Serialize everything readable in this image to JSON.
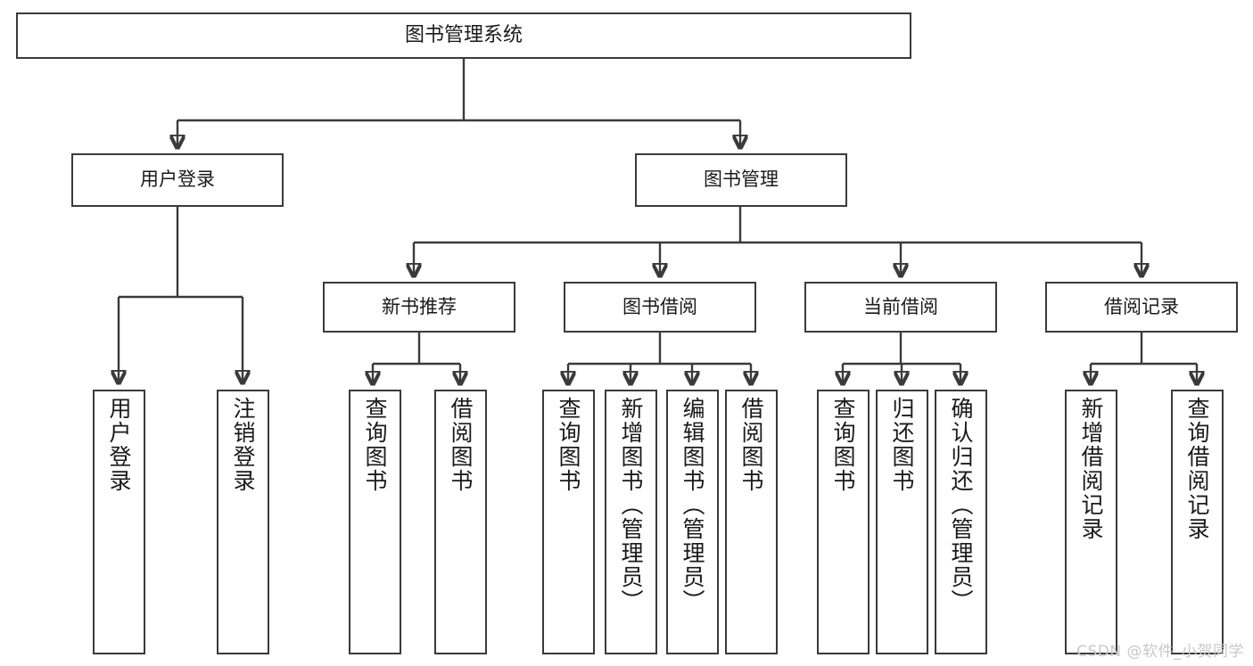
{
  "diagram": {
    "type": "tree-hierarchy-chart",
    "title": "图书管理系统",
    "watermark": "CSDN @软件_小贺同学",
    "colors": {
      "box_border": "#3a3a3a",
      "box_fill": "#ffffff",
      "connector": "#3a3a3a",
      "text": "#1a1a1a",
      "watermark": "#c9c9c9",
      "background": "#ffffff"
    },
    "root": {
      "label": "图书管理系统"
    },
    "level2": [
      {
        "label": "用户登录"
      },
      {
        "label": "图书管理"
      }
    ],
    "level3": [
      {
        "label": "新书推荐"
      },
      {
        "label": "图书借阅"
      },
      {
        "label": "当前借阅"
      },
      {
        "label": "借阅记录"
      }
    ],
    "leaves": {
      "user_login": [
        {
          "label": "用户登录"
        },
        {
          "label": "注销登录"
        }
      ],
      "new_book_recommend": [
        {
          "label": "查询图书"
        },
        {
          "label": "借阅图书"
        }
      ],
      "book_borrow": [
        {
          "label": "查询图书"
        },
        {
          "label": "新增图书（管理员）"
        },
        {
          "label": "编辑图书（管理员）"
        },
        {
          "label": "借阅图书"
        }
      ],
      "current_borrow": [
        {
          "label": "查询图书"
        },
        {
          "label": "归还图书"
        },
        {
          "label": "确认归还（管理员）"
        }
      ],
      "borrow_record": [
        {
          "label": "新增借阅记录"
        },
        {
          "label": "查询借阅记录"
        }
      ]
    }
  }
}
